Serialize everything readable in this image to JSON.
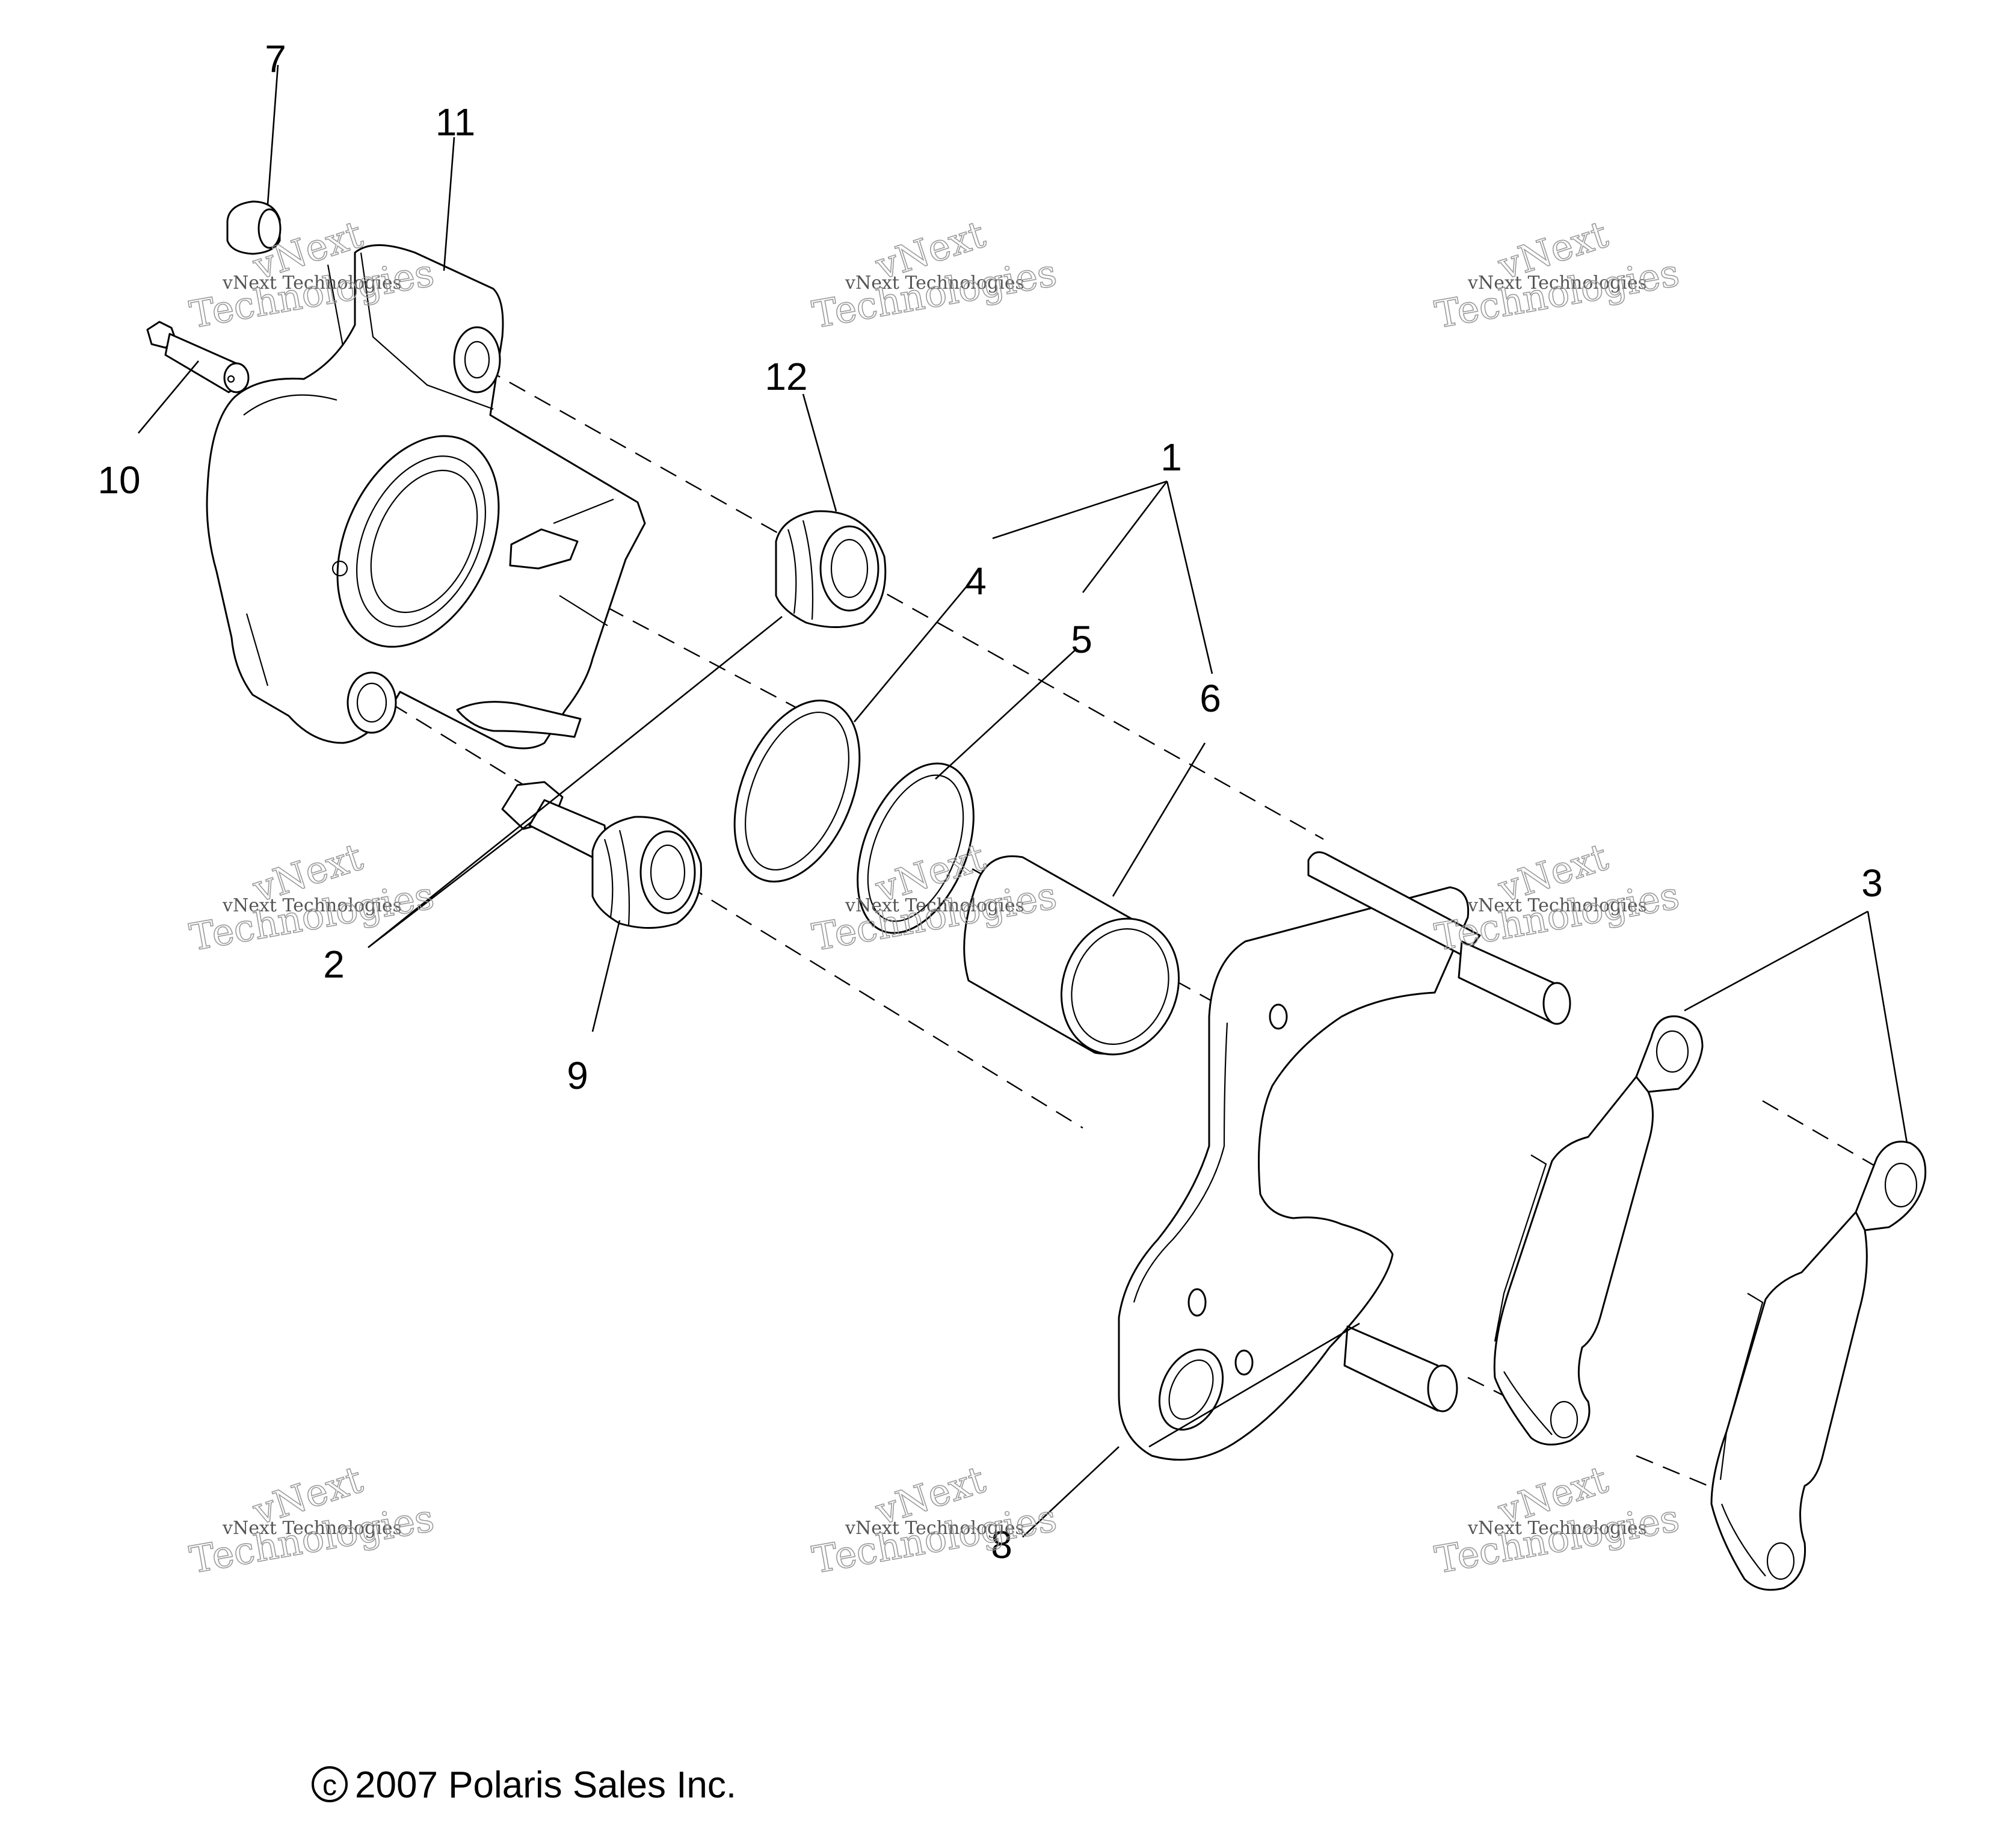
{
  "callouts": {
    "c1": "1",
    "c2": "2",
    "c3": "3",
    "c4": "4",
    "c5": "5",
    "c6": "6",
    "c7": "7",
    "c8": "8",
    "c9": "9",
    "c10": "10",
    "c11": "11",
    "c12": "12"
  },
  "watermark": {
    "line1": "vNext",
    "line2": "vNext Technologies",
    "line3": "Technologies"
  },
  "copyright": {
    "symbol": "c",
    "text": "2007 Polaris Sales Inc."
  }
}
